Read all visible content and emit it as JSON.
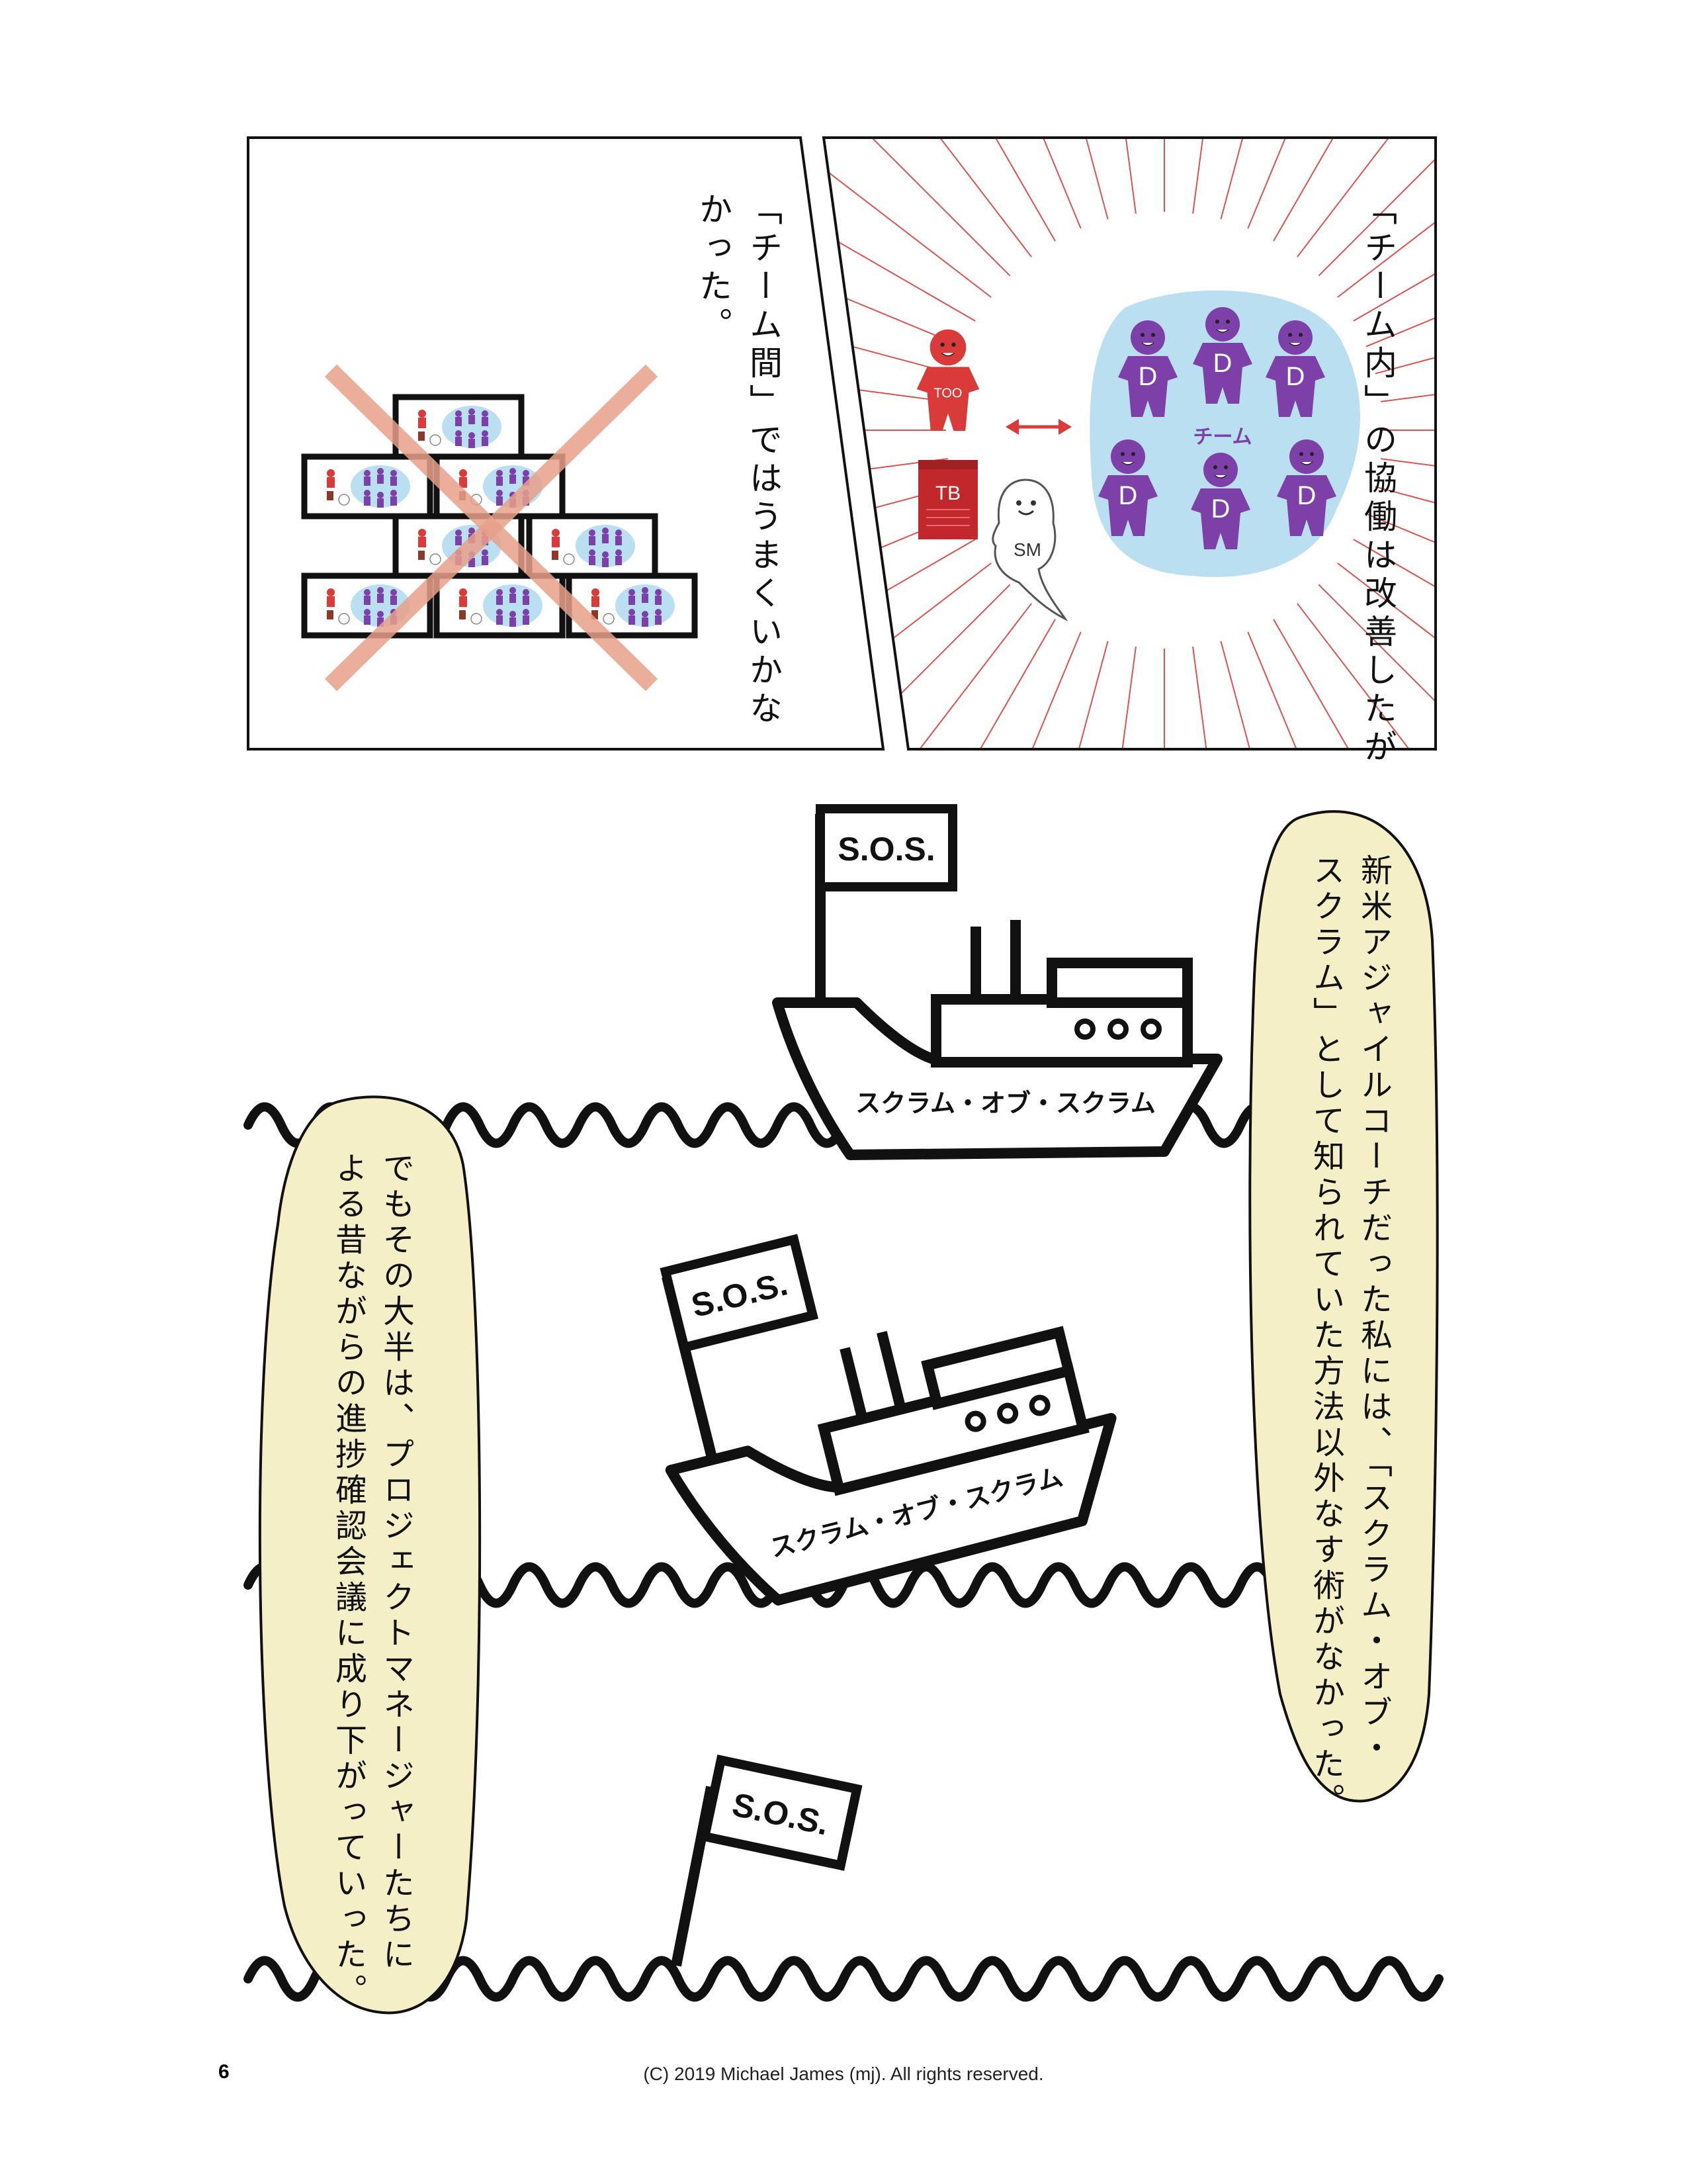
{
  "panel_left": {
    "caption": "「チーム間」ではうまくいかな\nかった。"
  },
  "panel_right": {
    "caption": "「チーム内」の協働は改善したが",
    "team_label": "チーム",
    "developer_label": "D",
    "too_label": "TOO",
    "tb_label": "TB",
    "sm_label": "SM"
  },
  "bubble_right": {
    "text": "新米アジャイルコーチだった私には、「スクラム・オブ・\nスクラム」として知られていた方法以外なす術がなかった。"
  },
  "bubble_left": {
    "text": "でもその大半は、プロジェクトマネージャーたちに\nよる昔ながらの進捗確認会議に成り下がっていった。"
  },
  "ships": {
    "flag_text": "S.O.S.",
    "hull_text": "スクラム・オブ・スクラム"
  },
  "footer": {
    "page_number": "6",
    "copyright": "(C) 2019 Michael James (mj). All rights reserved."
  },
  "colors": {
    "team_blob": "#b9dff0",
    "developer": "#7d3fa8",
    "too": "#d93a3a",
    "tb": "#c0282b",
    "cross": "#e8a08a",
    "bubble": "#f4efc6",
    "speedlines": "#d9534f",
    "fadelines": "#4a3fa0"
  }
}
